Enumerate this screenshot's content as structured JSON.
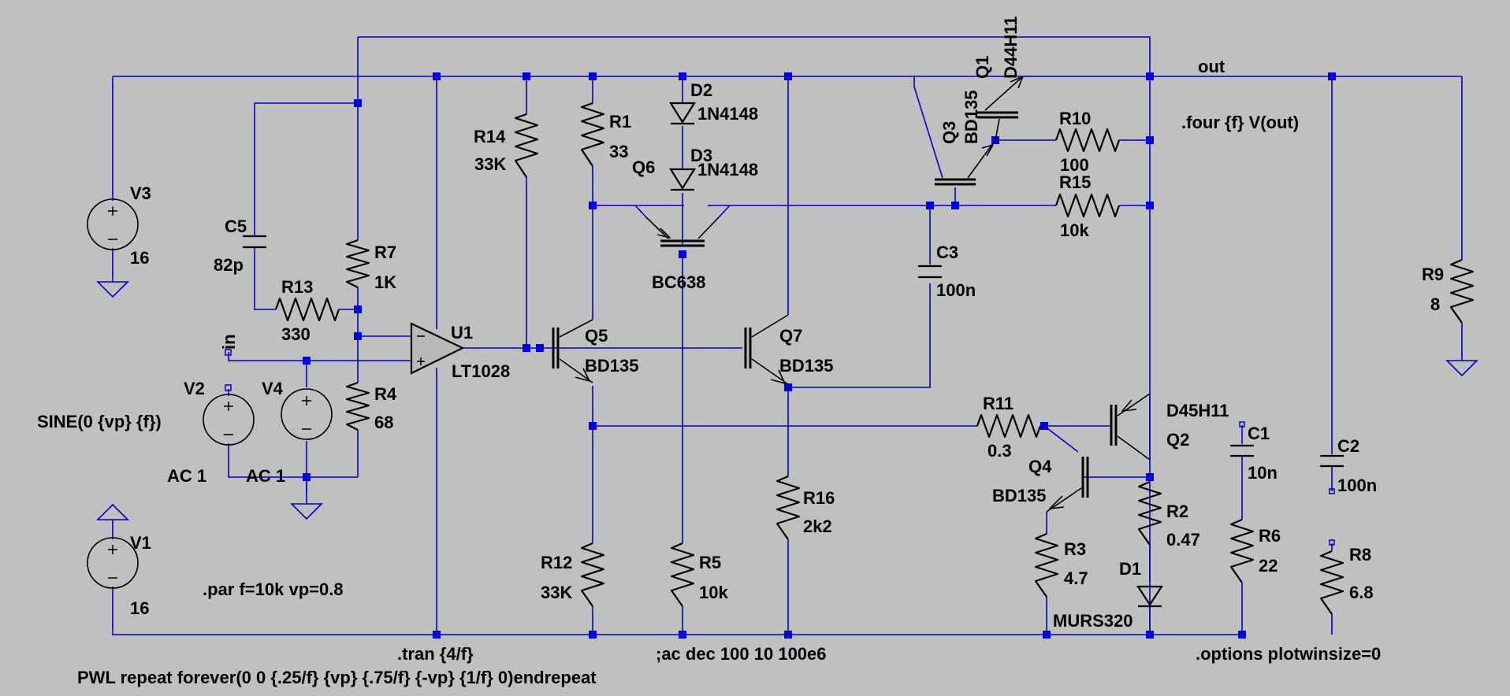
{
  "labels": {
    "out": "out",
    "in": "in",
    "v3": "V3",
    "v3_val": "16",
    "v1": "V1",
    "v1_val": "16",
    "v2": "V2",
    "v2_val": "SINE(0 {vp} {f})",
    "v2_ac": "AC 1",
    "v4": "V4",
    "v4_ac": "AC 1",
    "c5": "C5",
    "c5_val": "82p",
    "r13": "R13",
    "r13_val": "330",
    "r7": "R7",
    "r7_val": "1K",
    "r4": "R4",
    "r4_val": "68",
    "u1": "U1",
    "u1_val": "LT1028",
    "r14": "R14",
    "r14_val": "33K",
    "r1": "R1",
    "r1_val": "33",
    "d2": "D2",
    "d2_val": "1N4148",
    "d3": "D3",
    "d3_val": "1N4148",
    "q6": "Q6",
    "q6_val": "BC638",
    "q5": "Q5",
    "q5_val": "BD135",
    "q7": "Q7",
    "q7_val": "BD135",
    "q3": "Q3",
    "q3_val": "BD135",
    "q1": "Q1",
    "q1_val": "D44H11",
    "r10": "R10",
    "r10_val": "100",
    "r15": "R15",
    "r15_val": "10k",
    "c3": "C3",
    "c3_val": "100n",
    "r12": "R12",
    "r12_val": "33K",
    "r5": "R5",
    "r5_val": "10k",
    "r16": "R16",
    "r16_val": "2k2",
    "r11": "R11",
    "r11_val": "0.3",
    "q4": "Q4",
    "q4_val": "BD135",
    "q2": "Q2",
    "q2_val": "D45H11",
    "r3": "R3",
    "r3_val": "4.7",
    "r2": "R2",
    "r2_val": "0.47",
    "d1": "D1",
    "d1_val": "MURS320",
    "c1": "C1",
    "c1_val": "10n",
    "r6": "R6",
    "r6_val": "22",
    "c2": "C2",
    "c2_val": "100n",
    "r8": "R8",
    "r8_val": "6.8",
    "r9": "R9",
    "r9_val": "8"
  },
  "directives": {
    "four": ".four {f} V(out)",
    "par": ".par f=10k vp=0.8",
    "tran": ".tran {4/f}",
    "ac": ";ac dec 100 10 100e6",
    "pwl": "PWL repeat forever(0 0 {.25/f} {vp} {.75/f} {-vp} {1/f} 0)endrepeat",
    "options": ".options plotwinsize=0"
  },
  "colors": {
    "background": "#c0c0c0",
    "wire": "#0000cc",
    "junction": "#0000ee",
    "component": "#000000"
  }
}
